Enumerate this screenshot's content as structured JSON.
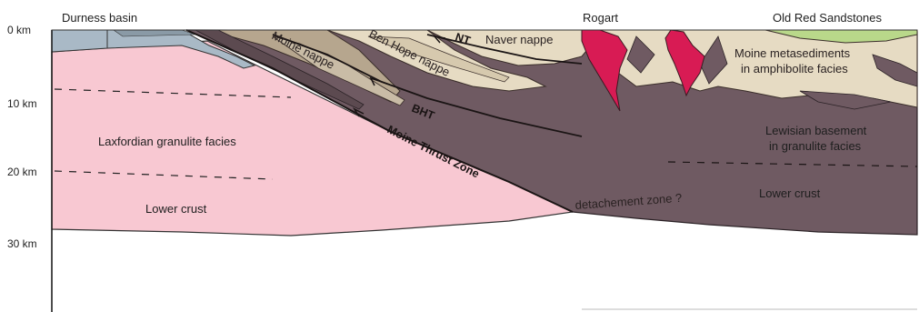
{
  "top_labels": {
    "durness": "Durness basin",
    "rogart": "Rogart",
    "ors": "Old Red Sandstones"
  },
  "depth_labels": [
    "0 km",
    "10 km",
    "20 km",
    "30 km"
  ],
  "units": {
    "laxfordian": "Laxfordian granulite facies",
    "lower_crust_left": "Lower crust",
    "lower_crust_right": "Lower crust",
    "lewisian_line1": "Lewisian basement",
    "lewisian_line2": "in granulite facies",
    "moine_meta_line1": "Moine metasediments",
    "moine_meta_line2": "in amphibolite facies",
    "moine_nappe": "Moine nappe",
    "ben_hope_nappe": "Ben Hope nappe",
    "naver_nappe": "Naver nappe",
    "detachement": "detachement zone ?"
  },
  "structures": {
    "nt": "NT",
    "bht": "BHT",
    "mtz": "Moine Thrust Zone"
  },
  "colors": {
    "granulite_pink": "#f8c8d2",
    "basement_purple": "#6f5a62",
    "metasediment_cream": "#e6dbc3",
    "moine_tan": "#b6a68e",
    "granite_magenta": "#d81b54",
    "sandstone_green": "#b9d88a",
    "basin_grey": "#a9b9c6"
  }
}
